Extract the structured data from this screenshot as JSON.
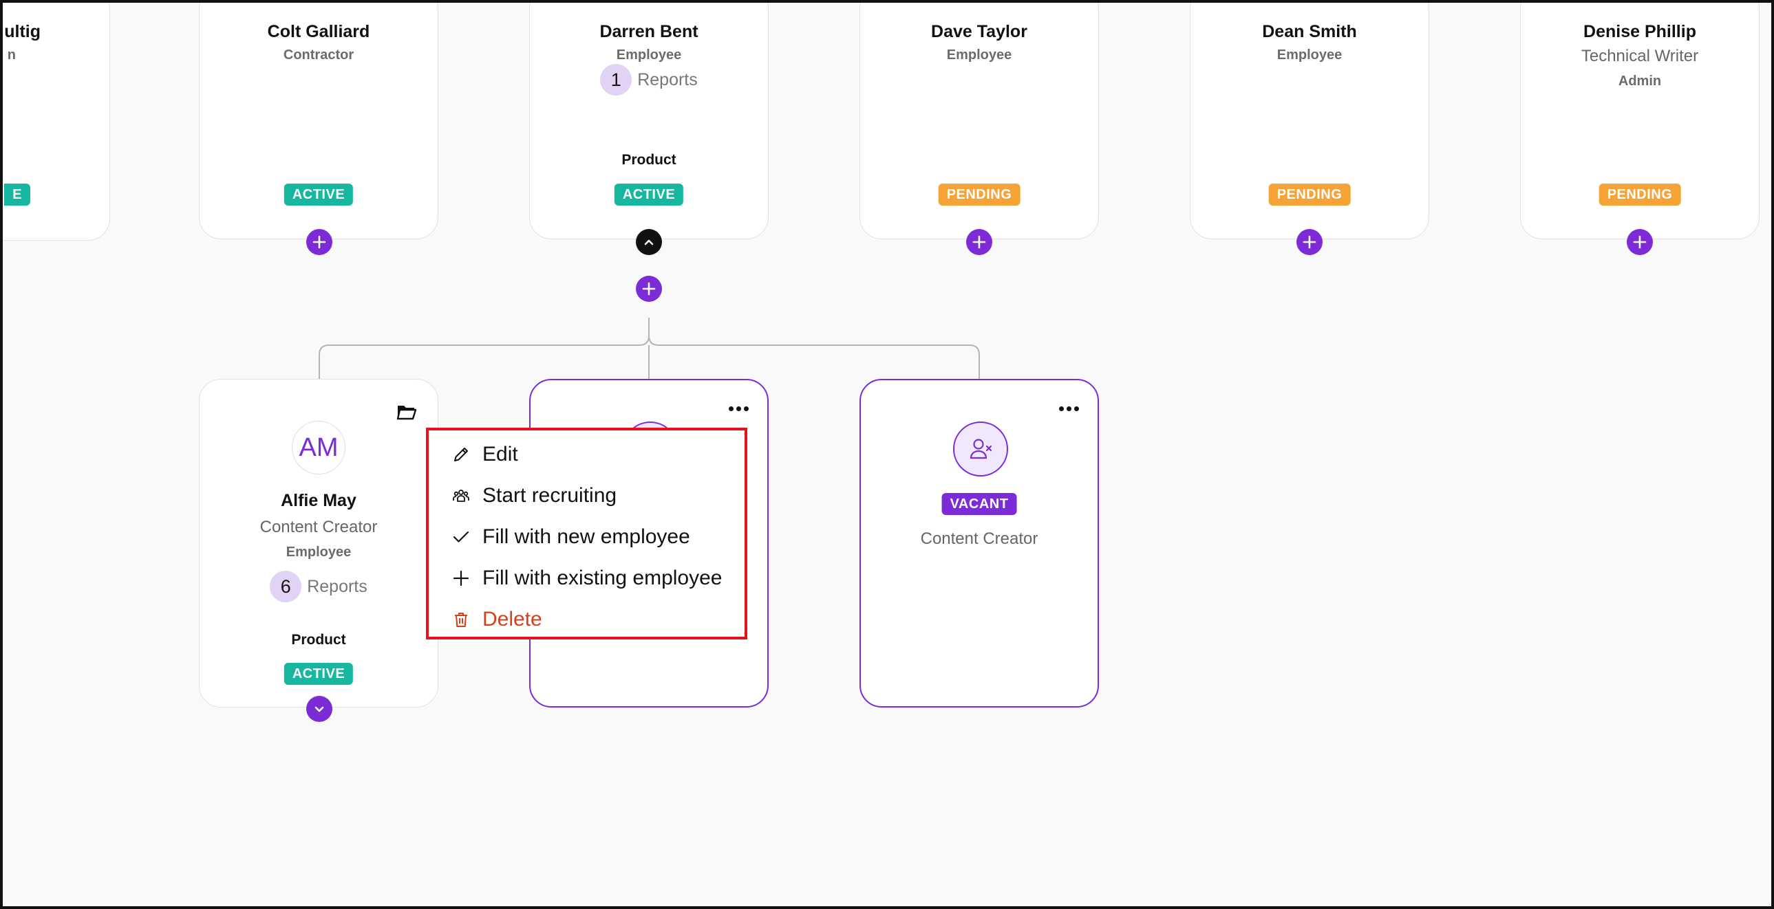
{
  "top_row": [
    {
      "name": "ultig",
      "type": "n",
      "status": "E"
    },
    {
      "name": "Colt Galliard",
      "type": "Contractor",
      "status": "ACTIVE"
    },
    {
      "name": "Darren Bent",
      "type": "Employee",
      "reports_count": "1",
      "reports_label": "Reports",
      "department": "Product",
      "status": "ACTIVE"
    },
    {
      "name": "Dave Taylor",
      "type": "Employee",
      "status": "PENDING"
    },
    {
      "name": "Dean Smith",
      "type": "Employee",
      "status": "PENDING"
    },
    {
      "name": "Denise Phillip",
      "role": "Technical Writer",
      "type": "Admin",
      "status": "PENDING"
    }
  ],
  "children": {
    "alfie": {
      "initials": "AM",
      "name": "Alfie May",
      "role": "Content Creator",
      "type": "Employee",
      "reports_count": "6",
      "reports_label": "Reports",
      "department": "Product",
      "status": "ACTIVE"
    },
    "vacant": {
      "status": "VACANT",
      "role": "Content Creator"
    }
  },
  "context_menu": {
    "edit": "Edit",
    "start_recruiting": "Start recruiting",
    "fill_new": "Fill with new employee",
    "fill_existing": "Fill with existing employee",
    "delete": "Delete"
  },
  "colors": {
    "accent": "#7b2cd6",
    "active": "#16b6a0",
    "pending": "#f5a336",
    "danger": "#d7401b",
    "highlight": "#e5141a"
  }
}
